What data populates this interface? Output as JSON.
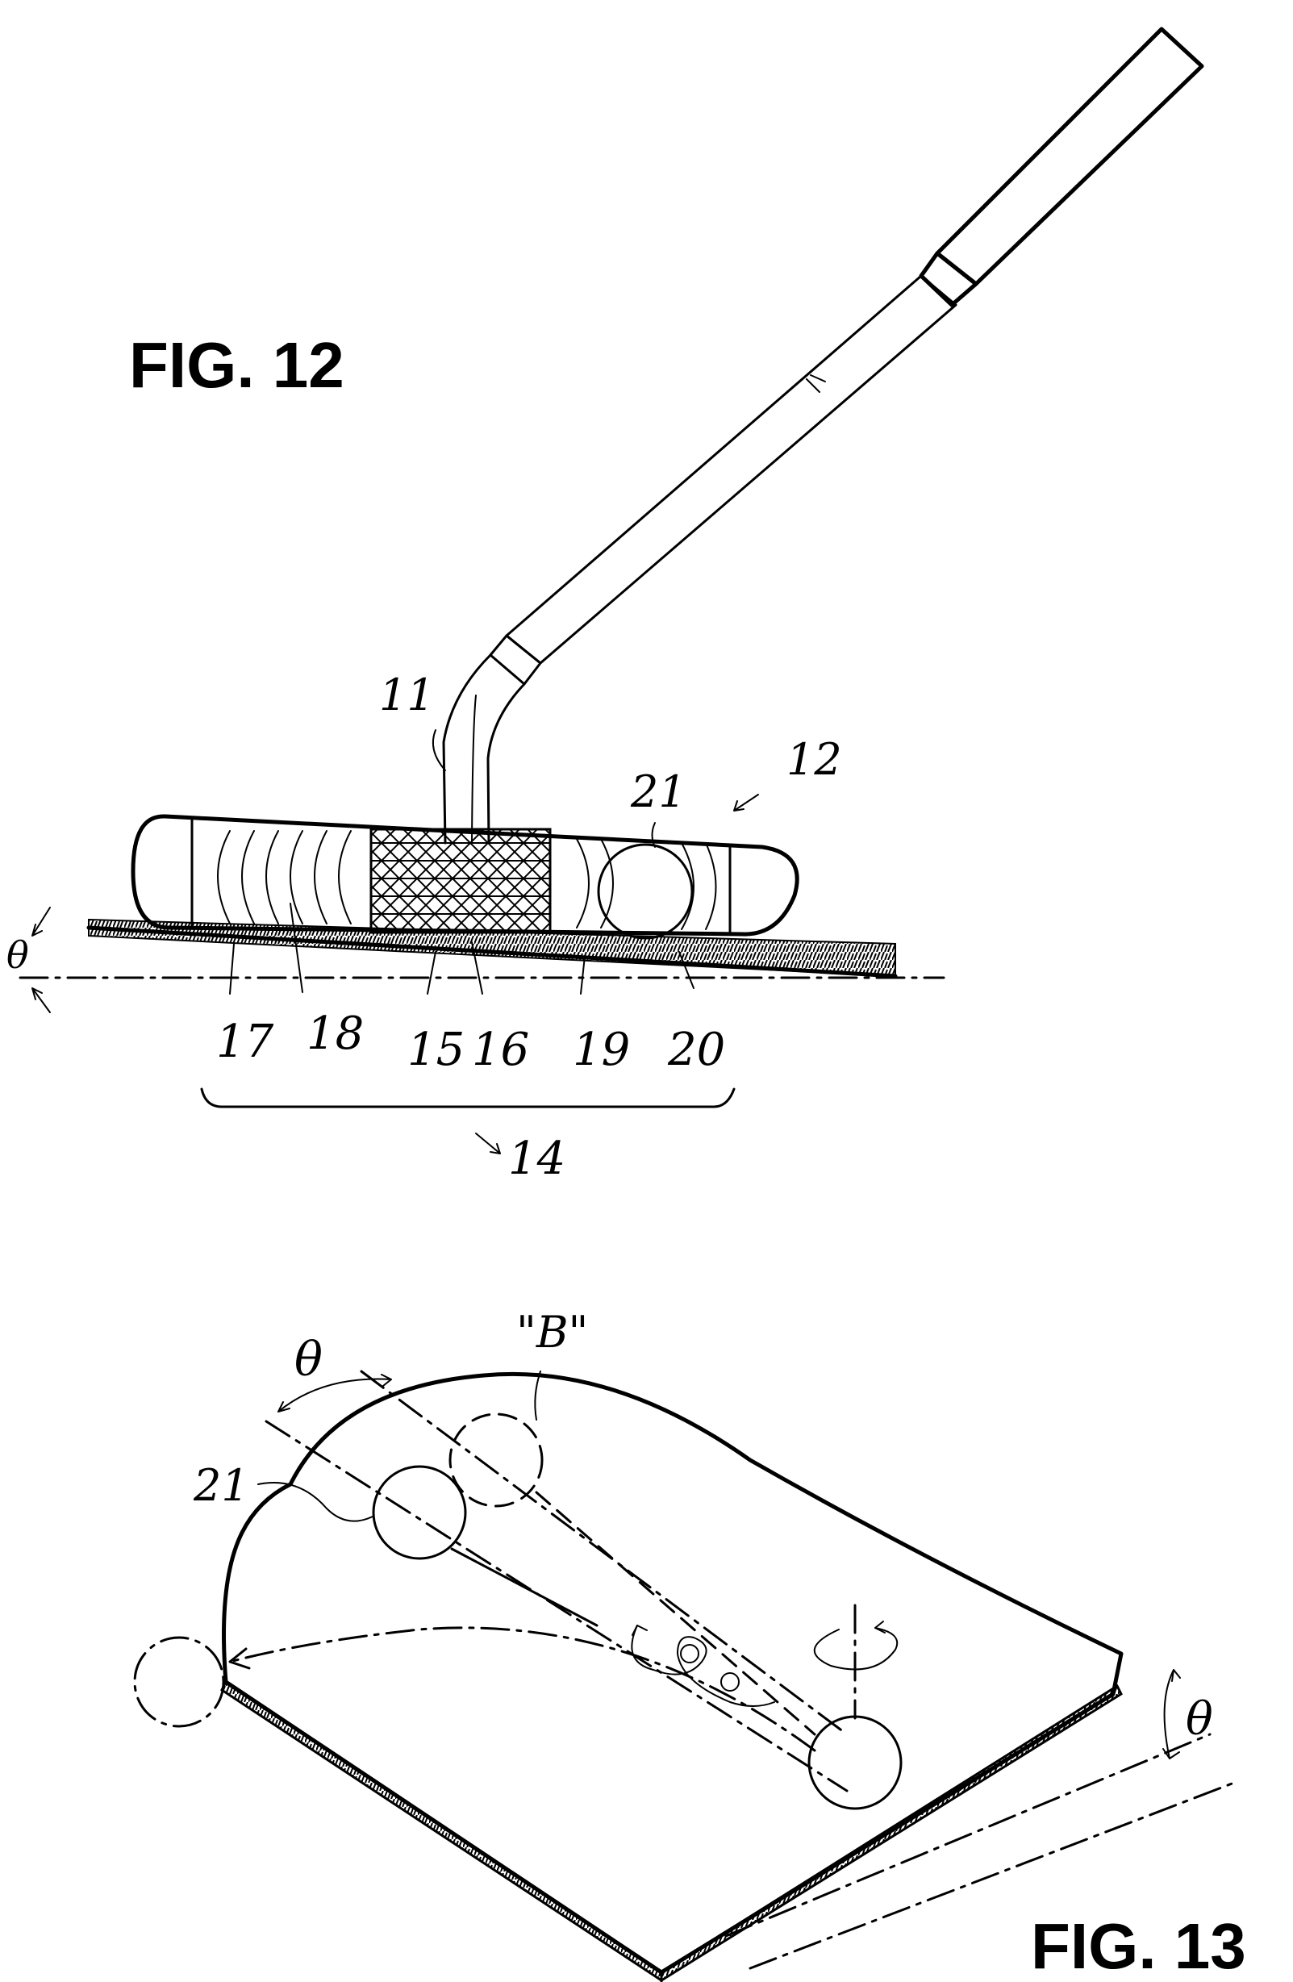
{
  "fig12": {
    "title": "FIG. 12",
    "labels": {
      "shaft": "11",
      "head": "12",
      "ball": "21",
      "angle": "θ",
      "r17": "17",
      "r18": "18",
      "r15": "15",
      "r16": "16",
      "r19": "19",
      "r20": "20",
      "face": "14"
    }
  },
  "fig13": {
    "title": "FIG. 13",
    "labels": {
      "ball": "21",
      "angle_top": "θ",
      "angle_right": "θ",
      "ball_b": "\"B\""
    }
  }
}
